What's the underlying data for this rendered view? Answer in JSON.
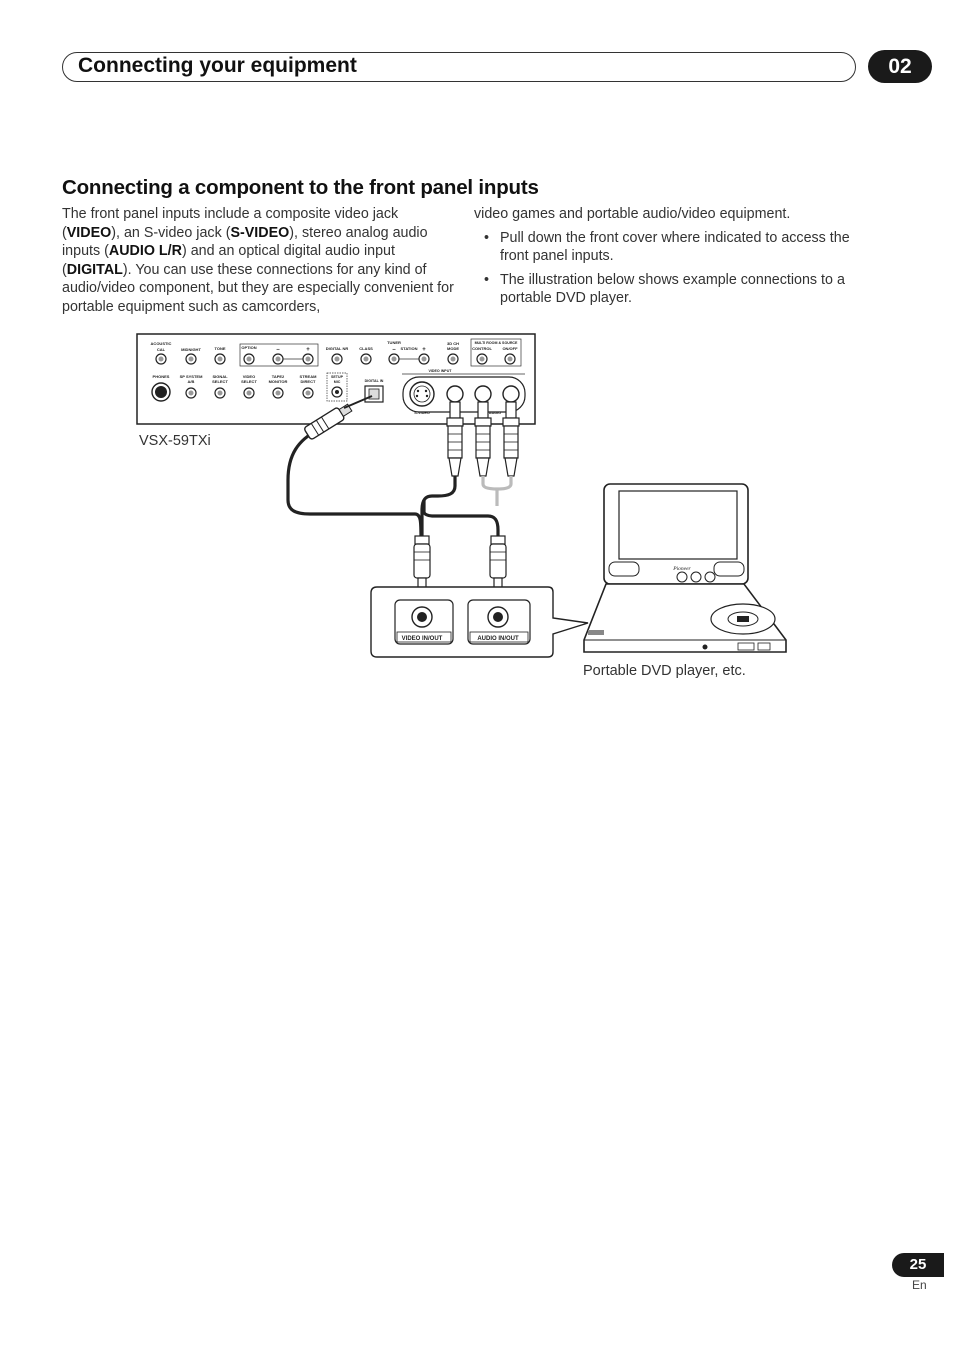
{
  "header": {
    "title": "Connecting your equipment",
    "chapter": "02"
  },
  "section": {
    "title": "Connecting a component to the front panel inputs"
  },
  "body": {
    "p1_a": "The front panel inputs include a composite video jack (",
    "p1_video": "VIDEO",
    "p1_b": "), an S-video jack (",
    "p1_svideo": "S-VIDEO",
    "p1_c": "), stereo analog audio inputs (",
    "p1_audio": "AUDIO L/R",
    "p1_d": ") and an optical digital audio input (",
    "p1_digital": "DIGITAL",
    "p1_e": "). You can use these connections for any kind of audio/video component, but they are especially convenient for portable equipment such as camcorders,",
    "p1_cont": "video games and portable audio/video equipment.",
    "bullets": [
      "Pull down the front cover where indicated to access the front panel inputs.",
      "The illustration below shows example connections to a portable DVD player."
    ]
  },
  "diagram": {
    "receiver_caption": "VSX-59TXi",
    "dvd_caption": "Portable DVD player, etc.",
    "panel_labels": {
      "acoustic": "ACOUSTIC",
      "cal": "CAL",
      "midnight": "MIDNIGHT",
      "tone": "TONE",
      "option": "OPTION",
      "minus": "–",
      "plus": "+",
      "digital_nr": "DIGITAL NR",
      "class": "CLASS",
      "tuner": "TUNER",
      "station": "STATION",
      "ch_mode": "3D CH",
      "mode": "MODE",
      "multi_room": "MULTI ROOM & SOURCE",
      "control": "CONTROL",
      "on_off": "ON/OFF",
      "phones": "PHONES",
      "sp_system": "SP SYSTEM",
      "ab": "A/B",
      "signal": "SIGNAL",
      "select": "SELECT",
      "video": "VIDEO",
      "tape2": "TAPE2",
      "monitor": "MONITOR",
      "stream": "STREAM",
      "direct": "DIRECT",
      "setup": "SETUP",
      "mic": "MIC",
      "digital_in": "DIGITAL IN",
      "video_input": "VIDEO INPUT",
      "svideo": "S-VIDEO",
      "audio": "AUDIO"
    },
    "jack_labels": {
      "video_inout": "VIDEO IN/OUT",
      "audio_inout": "AUDIO IN/OUT"
    },
    "dvd_brand": "Pioneer"
  },
  "footer": {
    "page": "25",
    "lang": "En"
  }
}
